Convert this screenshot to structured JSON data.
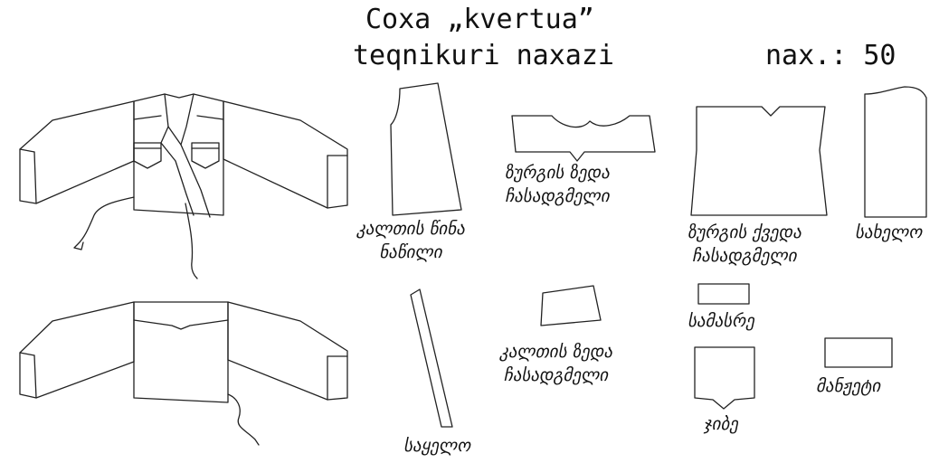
{
  "header": {
    "title_line1": "Coxa „kvertua”",
    "title_line2": "teqnikuri naxazi",
    "figure_number": "nax.: 50"
  },
  "pieces": {
    "front_panel": [
      "კალთის წინა",
      "ნაწილი"
    ],
    "back_upper_yoke": [
      "ზურგის ზედა",
      "ჩასადგმელი"
    ],
    "back_lower_panel": [
      "ზურგის ქვედა",
      "ჩასადგმელი"
    ],
    "sleeve": [
      "სახელო"
    ],
    "front_upper_yoke": [
      "კალთის ზედა",
      "ჩასადგმელი"
    ],
    "shoulder_strap": [
      "სამასრე"
    ],
    "collar": [
      "საყელო"
    ],
    "pocket": [
      "ჯიბე"
    ],
    "cuff": [
      "მანჟეტი"
    ]
  }
}
